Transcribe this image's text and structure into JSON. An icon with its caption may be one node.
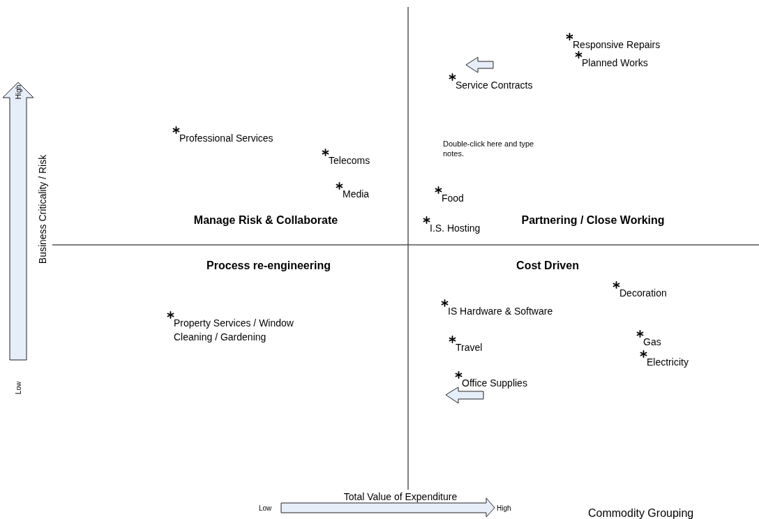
{
  "diagram": {
    "labels": [
      "High",
      "Business Criticality / Risk",
      "Low",
      "Responsive Repairs",
      "Planned Works",
      "Service Contracts",
      "Professional Services",
      "Telecoms",
      "Media",
      "Double-click here and type notes.",
      "Food",
      "Manage Risk & Collaborate",
      "I.S. Hosting",
      "Partnering / Close Working",
      "Process re-engineering",
      "Cost Driven",
      "Decoration",
      "IS Hardware & Software",
      "Property Services / Window Cleaning / Gardening",
      "Gas",
      "Travel",
      "Electricity",
      "Office Supplies",
      "Total Value of Expenditure",
      "Low",
      "High",
      "Commodity Grouping"
    ]
  }
}
